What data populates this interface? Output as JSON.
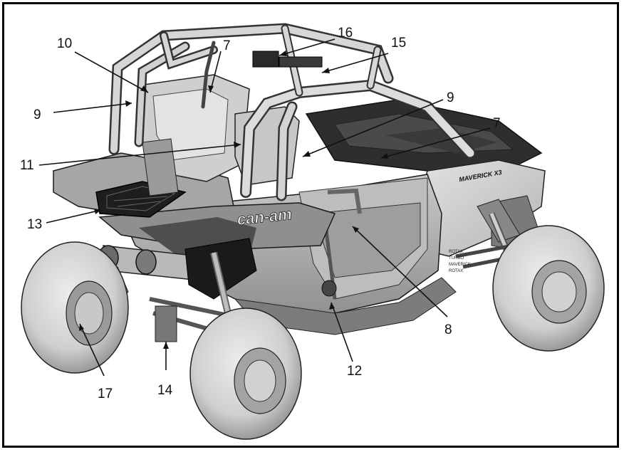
{
  "figure": {
    "brand_label": "can-am",
    "model_badge": "MAVERICK X3",
    "side_decal_lines": [
      "ROTAX",
      "TURBO",
      "MAVERICK",
      "ROTAX"
    ],
    "callouts": [
      {
        "id": "c16",
        "label": "16"
      },
      {
        "id": "c15",
        "label": "15"
      },
      {
        "id": "c10",
        "label": "10"
      },
      {
        "id": "c7a",
        "label": "7"
      },
      {
        "id": "c9a",
        "label": "9"
      },
      {
        "id": "c9b",
        "label": "9"
      },
      {
        "id": "c7b",
        "label": "7"
      },
      {
        "id": "c11",
        "label": "11"
      },
      {
        "id": "c13",
        "label": "13"
      },
      {
        "id": "c8",
        "label": "8"
      },
      {
        "id": "c12",
        "label": "12"
      },
      {
        "id": "c14",
        "label": "14"
      },
      {
        "id": "c17",
        "label": "17"
      }
    ]
  },
  "colors": {
    "body_light": "#d2d2d2",
    "body_mid": "#a8a8a8",
    "body_dark": "#5c5c5c",
    "tire": "#d8d8d8",
    "outline": "#1a1a1a"
  }
}
